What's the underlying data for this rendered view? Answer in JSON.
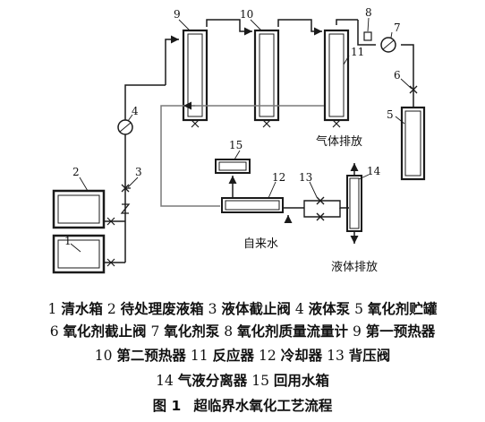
{
  "labels": {
    "n1": "1",
    "n2": "2",
    "n3": "3",
    "n4": "4",
    "n5": "5",
    "n6": "6",
    "n7": "7",
    "n8": "8",
    "n9": "9",
    "n10": "10",
    "n11": "11",
    "n12": "12",
    "n13": "13",
    "n14": "14",
    "n15": "15",
    "gas_exhaust": "气体排放",
    "tap_water": "自来水",
    "liquid_exhaust": "液体排放"
  },
  "legend": {
    "line1": [
      {
        "num": "1",
        "name": "清水箱"
      },
      {
        "num": "2",
        "name": "待处理废液箱"
      },
      {
        "num": "3",
        "name": "液体截止阀"
      },
      {
        "num": "4",
        "name": "液体泵"
      },
      {
        "num": "5",
        "name": "氧化剂贮罐"
      }
    ],
    "line2": [
      {
        "num": "6",
        "name": "氧化剂截止阀"
      },
      {
        "num": "7",
        "name": "氧化剂泵"
      },
      {
        "num": "8",
        "name": "氧化剂质量流量计"
      },
      {
        "num": "9",
        "name": "第一预热器"
      }
    ],
    "line3": [
      {
        "num": "10",
        "name": "第二预热器"
      },
      {
        "num": "11",
        "name": "反应器"
      },
      {
        "num": "12",
        "name": "冷却器"
      },
      {
        "num": "13",
        "name": "背压阀"
      }
    ],
    "line4": [
      {
        "num": "14",
        "name": "气液分离器"
      },
      {
        "num": "15",
        "name": "回用水箱"
      }
    ]
  },
  "figure_caption": {
    "number": "图 1",
    "title": "超临界水氧化工艺流程"
  },
  "colors": {
    "line": "#1a1a1a",
    "grey_line": "#7a7a7a"
  }
}
